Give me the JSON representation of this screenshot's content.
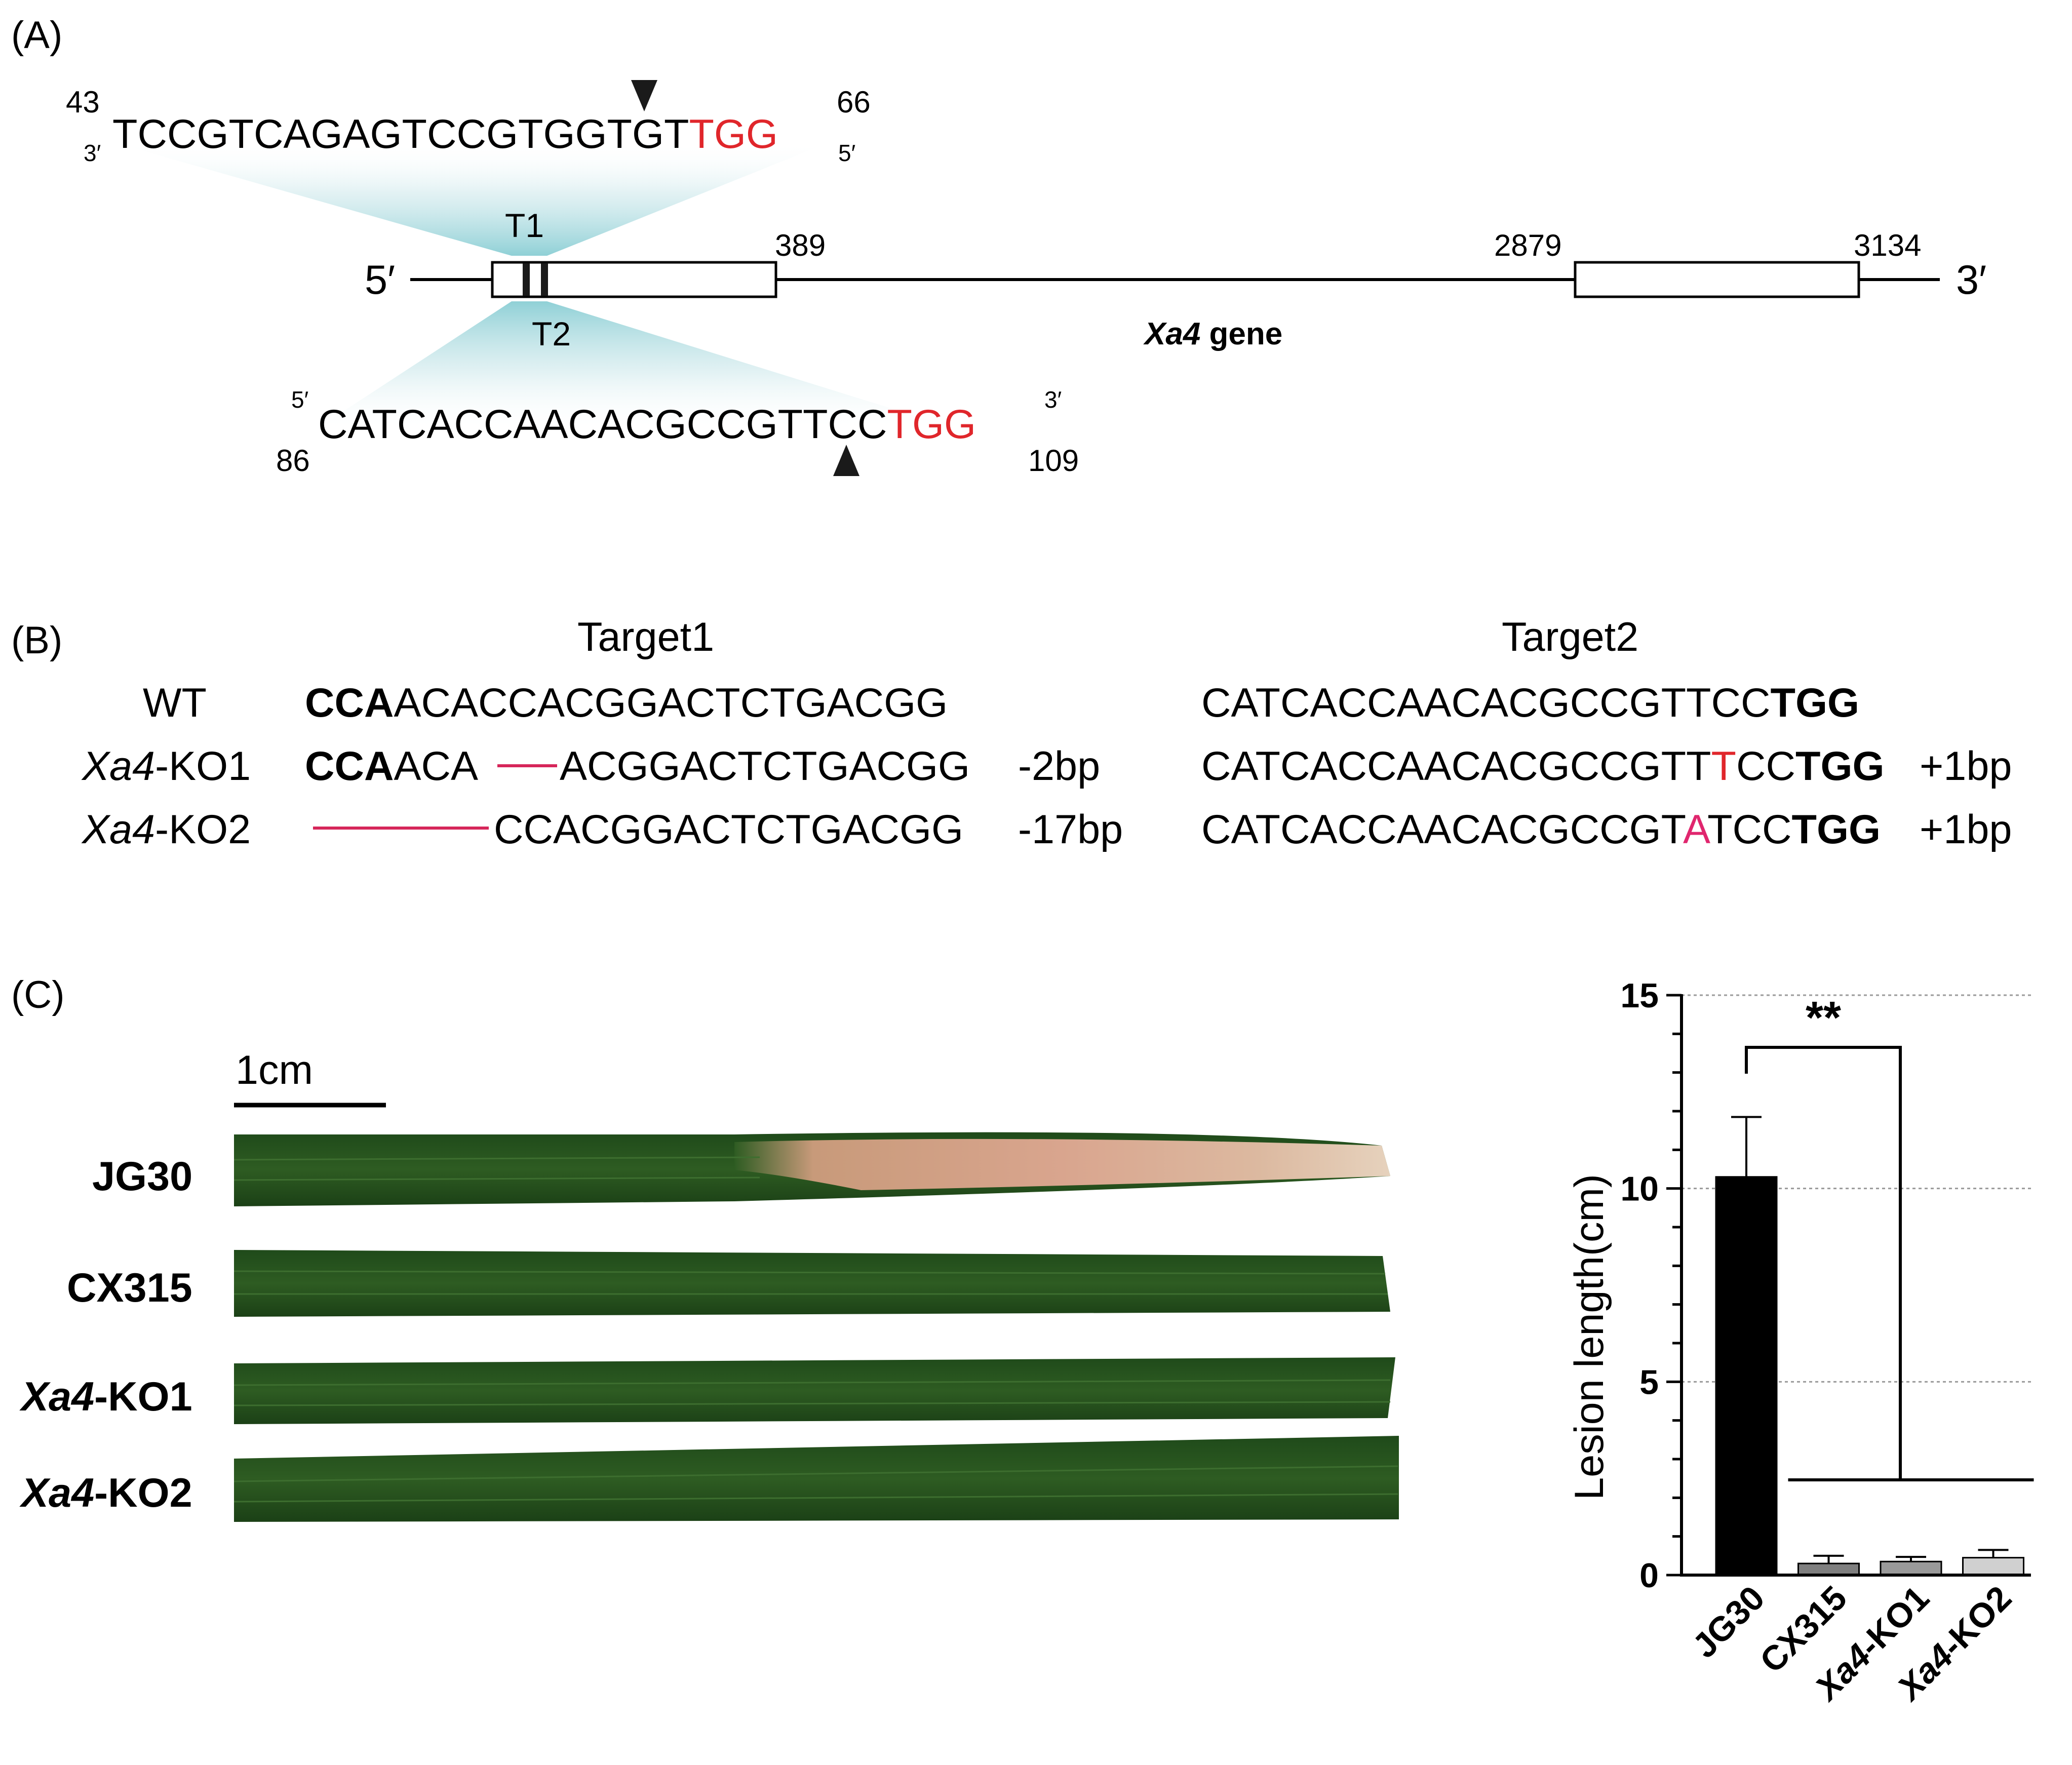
{
  "panel_a": {
    "label": "(A)",
    "t1": {
      "start": "43",
      "end": "66",
      "left_end": "3′",
      "right_end": "5′",
      "seq_main": "TCCGTCAGAGTCCGTGGTGT",
      "seq_pam": "TGG",
      "name": "T1"
    },
    "t2": {
      "start": "86",
      "end": "109",
      "left_end": "5′",
      "right_end": "3′",
      "seq_main": "CATCACCAACACGCCGTTCC",
      "seq_pam": "TGG",
      "name": "T2"
    },
    "gene": {
      "five_prime": "5′",
      "three_prime": "3′",
      "exon1_end": "389",
      "exon2_start": "2879",
      "exon2_end": "3134",
      "name_italic": "Xa4",
      "name_rest": " gene"
    }
  },
  "panel_b": {
    "label": "(B)",
    "target1_title": "Target1",
    "target2_title": "Target2",
    "rows": [
      {
        "name_italic": "",
        "name_rest": "WT",
        "t1_bold": "CCA",
        "t1_seq": "ACACCACGGACTCTGACGG",
        "t1_change": "",
        "t2_pre": "CATCACCAACACGCCGTTCC",
        "t2_ins": "",
        "t2_post": "",
        "t2_pam": "TGG",
        "t2_change": ""
      },
      {
        "name_italic": "Xa4",
        "name_rest": "-KO1",
        "t1_bold": "CCA",
        "t1_seq_a": "ACA",
        "t1_seq": "ACGGACTCTGACGG",
        "t1_change": "-2bp",
        "t2_pre": "CATCACCAACACGCCGTT",
        "t2_ins": "T",
        "t2_post": "CC",
        "t2_pam": "TGG",
        "t2_change": "+1bp"
      },
      {
        "name_italic": "Xa4",
        "name_rest": "-KO2",
        "t1_bold": "",
        "t1_seq": "CCACGGACTCTGACGG",
        "t1_change": "-17bp",
        "t2_pre": "CATCACCAACACGCCGT",
        "t2_ins": "A",
        "t2_post": "TCC",
        "t2_pam": "TGG",
        "t2_change": "+1bp"
      }
    ]
  },
  "panel_c": {
    "label": "(C)",
    "scale_bar": "1cm",
    "leaves": [
      {
        "name_italic": "",
        "name_rest": "JG30"
      },
      {
        "name_italic": "",
        "name_rest": "CX315"
      },
      {
        "name_italic": "Xa4",
        "name_rest": "-KO1"
      },
      {
        "name_italic": "Xa4",
        "name_rest": "-KO2"
      }
    ]
  },
  "chart_data": {
    "type": "bar",
    "categories": [
      "JG30",
      "CX315",
      "Xa4-KO1",
      "Xa4-KO2"
    ],
    "category_italic": [
      "",
      "",
      "Xa4",
      "Xa4"
    ],
    "category_rest": [
      "JG30",
      "CX315",
      "-KO1",
      "-KO2"
    ],
    "values": [
      10.3,
      0.3,
      0.35,
      0.45
    ],
    "errors": [
      1.55,
      0.2,
      0.12,
      0.2
    ],
    "colors": [
      "#000000",
      "#7f7f7f",
      "#9a9a9a",
      "#d0d0d0"
    ],
    "ylabel": "Lesion length(cm)",
    "ylim": [
      0,
      15
    ],
    "yticks": [
      0,
      5,
      10,
      15
    ],
    "grid": true,
    "significance": "**"
  }
}
